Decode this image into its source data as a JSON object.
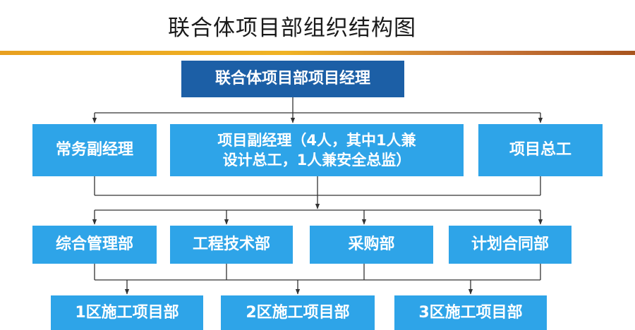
{
  "title": "联合体项目部组织结构图",
  "colors": {
    "box_fill": "#2ea4e8",
    "top_box_fill": "#1c5fa6",
    "text": "#ffffff",
    "connector": "#333333",
    "accent_bar": [
      "#e8a020",
      "#f0b323",
      "#c9783a",
      "#a8541e"
    ]
  },
  "nodes": {
    "pm": "联合体项目部项目经理",
    "executive_deputy": "常务副经理",
    "deputy_pm_line1": "项目副经理（4人，其中1人兼",
    "deputy_pm_line2": "设计总工，1人兼安全总监）",
    "chief_engineer": "项目总工",
    "dept_admin": "综合管理部",
    "dept_engineering": "工程技术部",
    "dept_procurement": "采购部",
    "dept_contracts": "计划合同部",
    "site_1": "1区施工项目部",
    "site_2": "2区施工项目部",
    "site_3": "3区施工项目部"
  }
}
